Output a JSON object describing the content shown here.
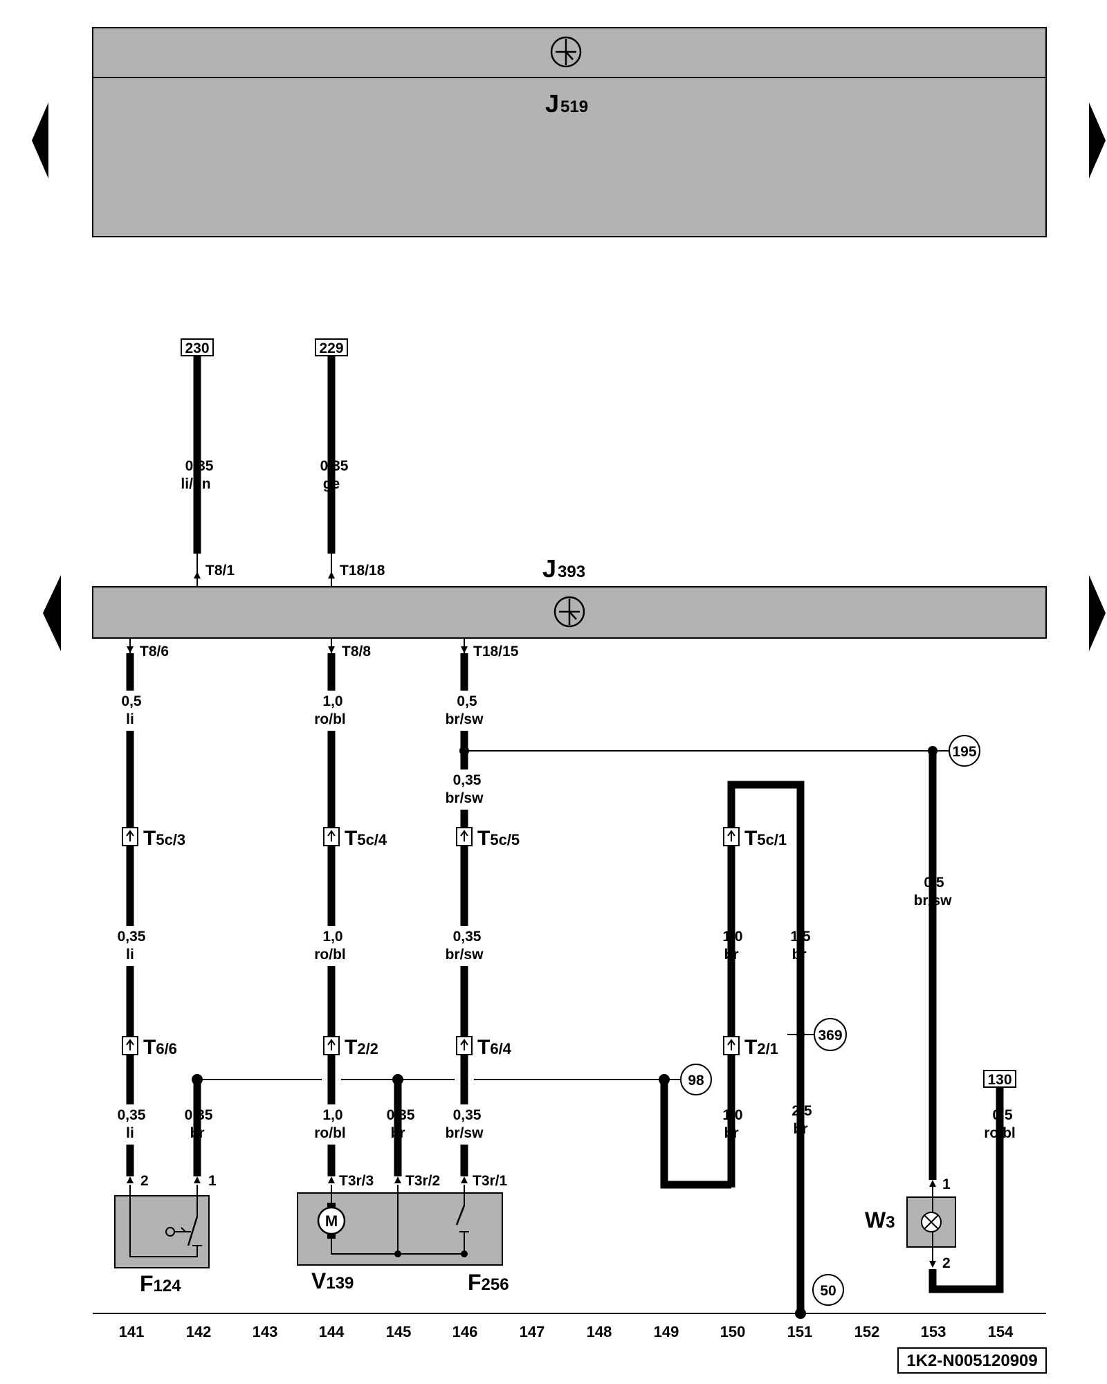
{
  "modules": {
    "top": {
      "letter": "J",
      "sub": "519"
    },
    "main": {
      "letter": "J",
      "sub": "393"
    }
  },
  "top_refs": [
    {
      "id": "230",
      "gauge": "0,35",
      "color": "li/gn",
      "pin": "T8/1"
    },
    {
      "id": "229",
      "gauge": "0,35",
      "color": "ge",
      "pin": "T18/18"
    }
  ],
  "outputs": [
    {
      "pin": "T8/6",
      "gauge": "0,5",
      "color": "li"
    },
    {
      "pin": "T8/8",
      "gauge": "1,0",
      "color": "ro/bl"
    },
    {
      "pin": "T18/15",
      "gauge": "0,5",
      "color": "br/sw"
    }
  ],
  "mid_wire": {
    "gauge": "0,35",
    "color": "br/sw"
  },
  "connectors": [
    {
      "letter": "T",
      "sub": "5c/3"
    },
    {
      "letter": "T",
      "sub": "5c/4"
    },
    {
      "letter": "T",
      "sub": "5c/5"
    },
    {
      "letter": "T",
      "sub": "5c/1"
    },
    {
      "letter": "T",
      "sub": "6/6"
    },
    {
      "letter": "T",
      "sub": "2/2"
    },
    {
      "letter": "T",
      "sub": "6/4"
    },
    {
      "letter": "T",
      "sub": "2/1"
    }
  ],
  "wire_labels": [
    {
      "gauge": "0,35",
      "color": "li"
    },
    {
      "gauge": "1,0",
      "color": "ro/bl"
    },
    {
      "gauge": "0,35",
      "color": "br/sw"
    },
    {
      "gauge": "1,0",
      "color": "br"
    },
    {
      "gauge": "1,5",
      "color": "br"
    },
    {
      "gauge": "0,5",
      "color": "br/sw"
    },
    {
      "gauge": "0,35",
      "color": "li"
    },
    {
      "gauge": "0,35",
      "color": "br"
    },
    {
      "gauge": "1,0",
      "color": "ro/bl"
    },
    {
      "gauge": "0,35",
      "color": "br"
    },
    {
      "gauge": "0,35",
      "color": "br/sw"
    },
    {
      "gauge": "1,0",
      "color": "br"
    },
    {
      "gauge": "2,5",
      "color": "br"
    },
    {
      "gauge": "0,5",
      "color": "ro/bl"
    }
  ],
  "circle_refs": [
    "195",
    "98",
    "369",
    "50"
  ],
  "box_refs": [
    "130"
  ],
  "component_pins": [
    "2",
    "1",
    "T3r/3",
    "T3r/2",
    "T3r/1",
    "1",
    "2"
  ],
  "components": [
    {
      "letter": "F",
      "sub": "124"
    },
    {
      "letter": "V",
      "sub": "139"
    },
    {
      "letter": "F",
      "sub": "256"
    },
    {
      "letter": "W",
      "sub": "3"
    }
  ],
  "motor_symbol": "M",
  "grid_numbers": [
    "141",
    "142",
    "143",
    "144",
    "145",
    "146",
    "147",
    "148",
    "149",
    "150",
    "151",
    "152",
    "153",
    "154"
  ],
  "figure_id": "1K2-N005120909",
  "icons": [
    "left-arrow-icon",
    "right-arrow-icon",
    "ground-star-icon",
    "motor-icon",
    "lamp-icon",
    "switch-icon"
  ],
  "colors": {
    "module_fill": "#b3b3b3",
    "line": "#000000"
  }
}
